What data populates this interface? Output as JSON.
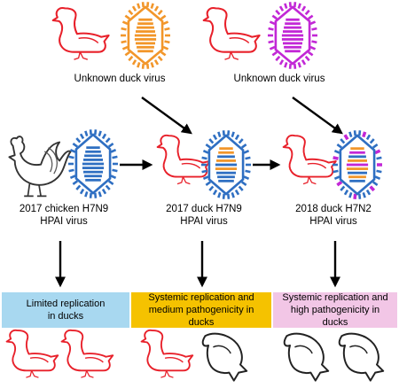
{
  "top_left_label": "Unknown duck virus",
  "top_right_label": "Unknown duck virus",
  "strains": [
    {
      "line1": "2017 chicken H7N9",
      "line2": "HPAI virus"
    },
    {
      "line1": "2017 duck H7N9",
      "line2": "HPAI virus"
    },
    {
      "line1": "2018 duck H7N2",
      "line2": "HPAI virus"
    }
  ],
  "outcomes": [
    {
      "line1": "Limited replication",
      "line2": "in ducks",
      "color": "#a8d8f0"
    },
    {
      "line1": "Systemic replication and",
      "line2": "medium pathogenicity in ducks",
      "color": "#f5c200"
    },
    {
      "line1": "Systemic replication and",
      "line2": "high pathogenicity in ducks",
      "color": "#f2c6e6"
    }
  ],
  "colors": {
    "duck_alive": "#e8202a",
    "duck_dead": "#222222",
    "virus_orange": "#f2962a",
    "virus_purple": "#c227d6",
    "virus_blue": "#2f6fc2",
    "arrow": "#000000"
  }
}
